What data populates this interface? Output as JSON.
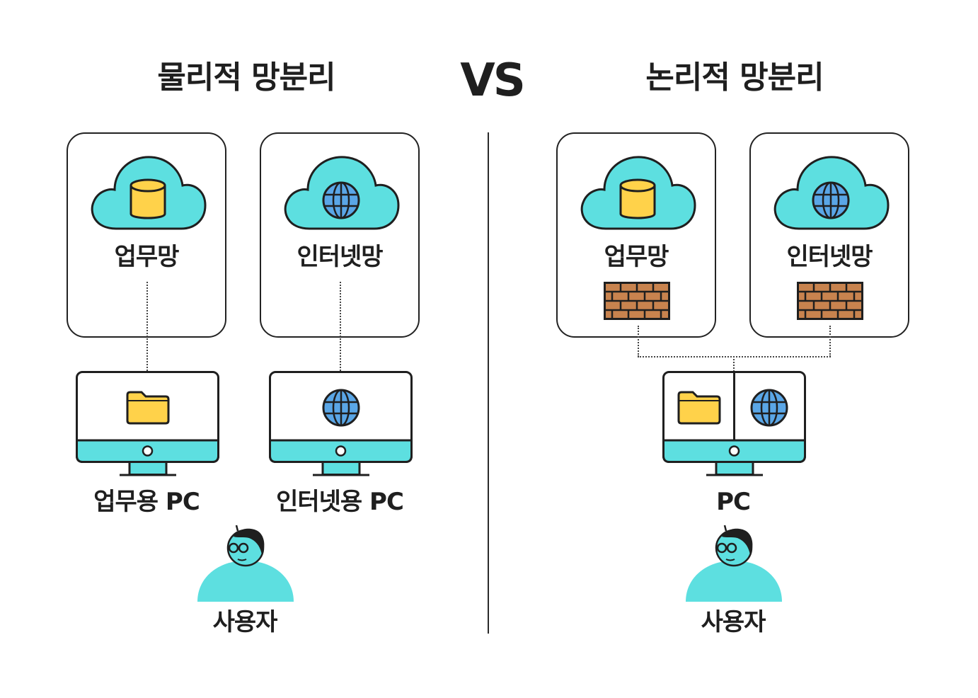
{
  "left": {
    "title": "물리적 망분리",
    "business_net": "업무망",
    "internet_net": "인터넷망",
    "business_pc": "업무용 PC",
    "internet_pc": "인터넷용 PC",
    "user": "사용자"
  },
  "vs": "VS",
  "right": {
    "title": "논리적 망분리",
    "business_net": "업무망",
    "internet_net": "인터넷망",
    "pc": "PC",
    "user": "사용자"
  },
  "colors": {
    "cloud": "#5ddfe0",
    "database": "#ffd24a",
    "globe": "#5aa6e6",
    "folder": "#ffd24a",
    "firewall": "#c8834e",
    "monitor_base": "#5ddfe0",
    "outline": "#1f1f1f"
  },
  "icons": [
    "cloud-icon",
    "database-icon",
    "globe-icon",
    "folder-icon",
    "firewall-icon",
    "monitor-icon",
    "user-icon"
  ]
}
